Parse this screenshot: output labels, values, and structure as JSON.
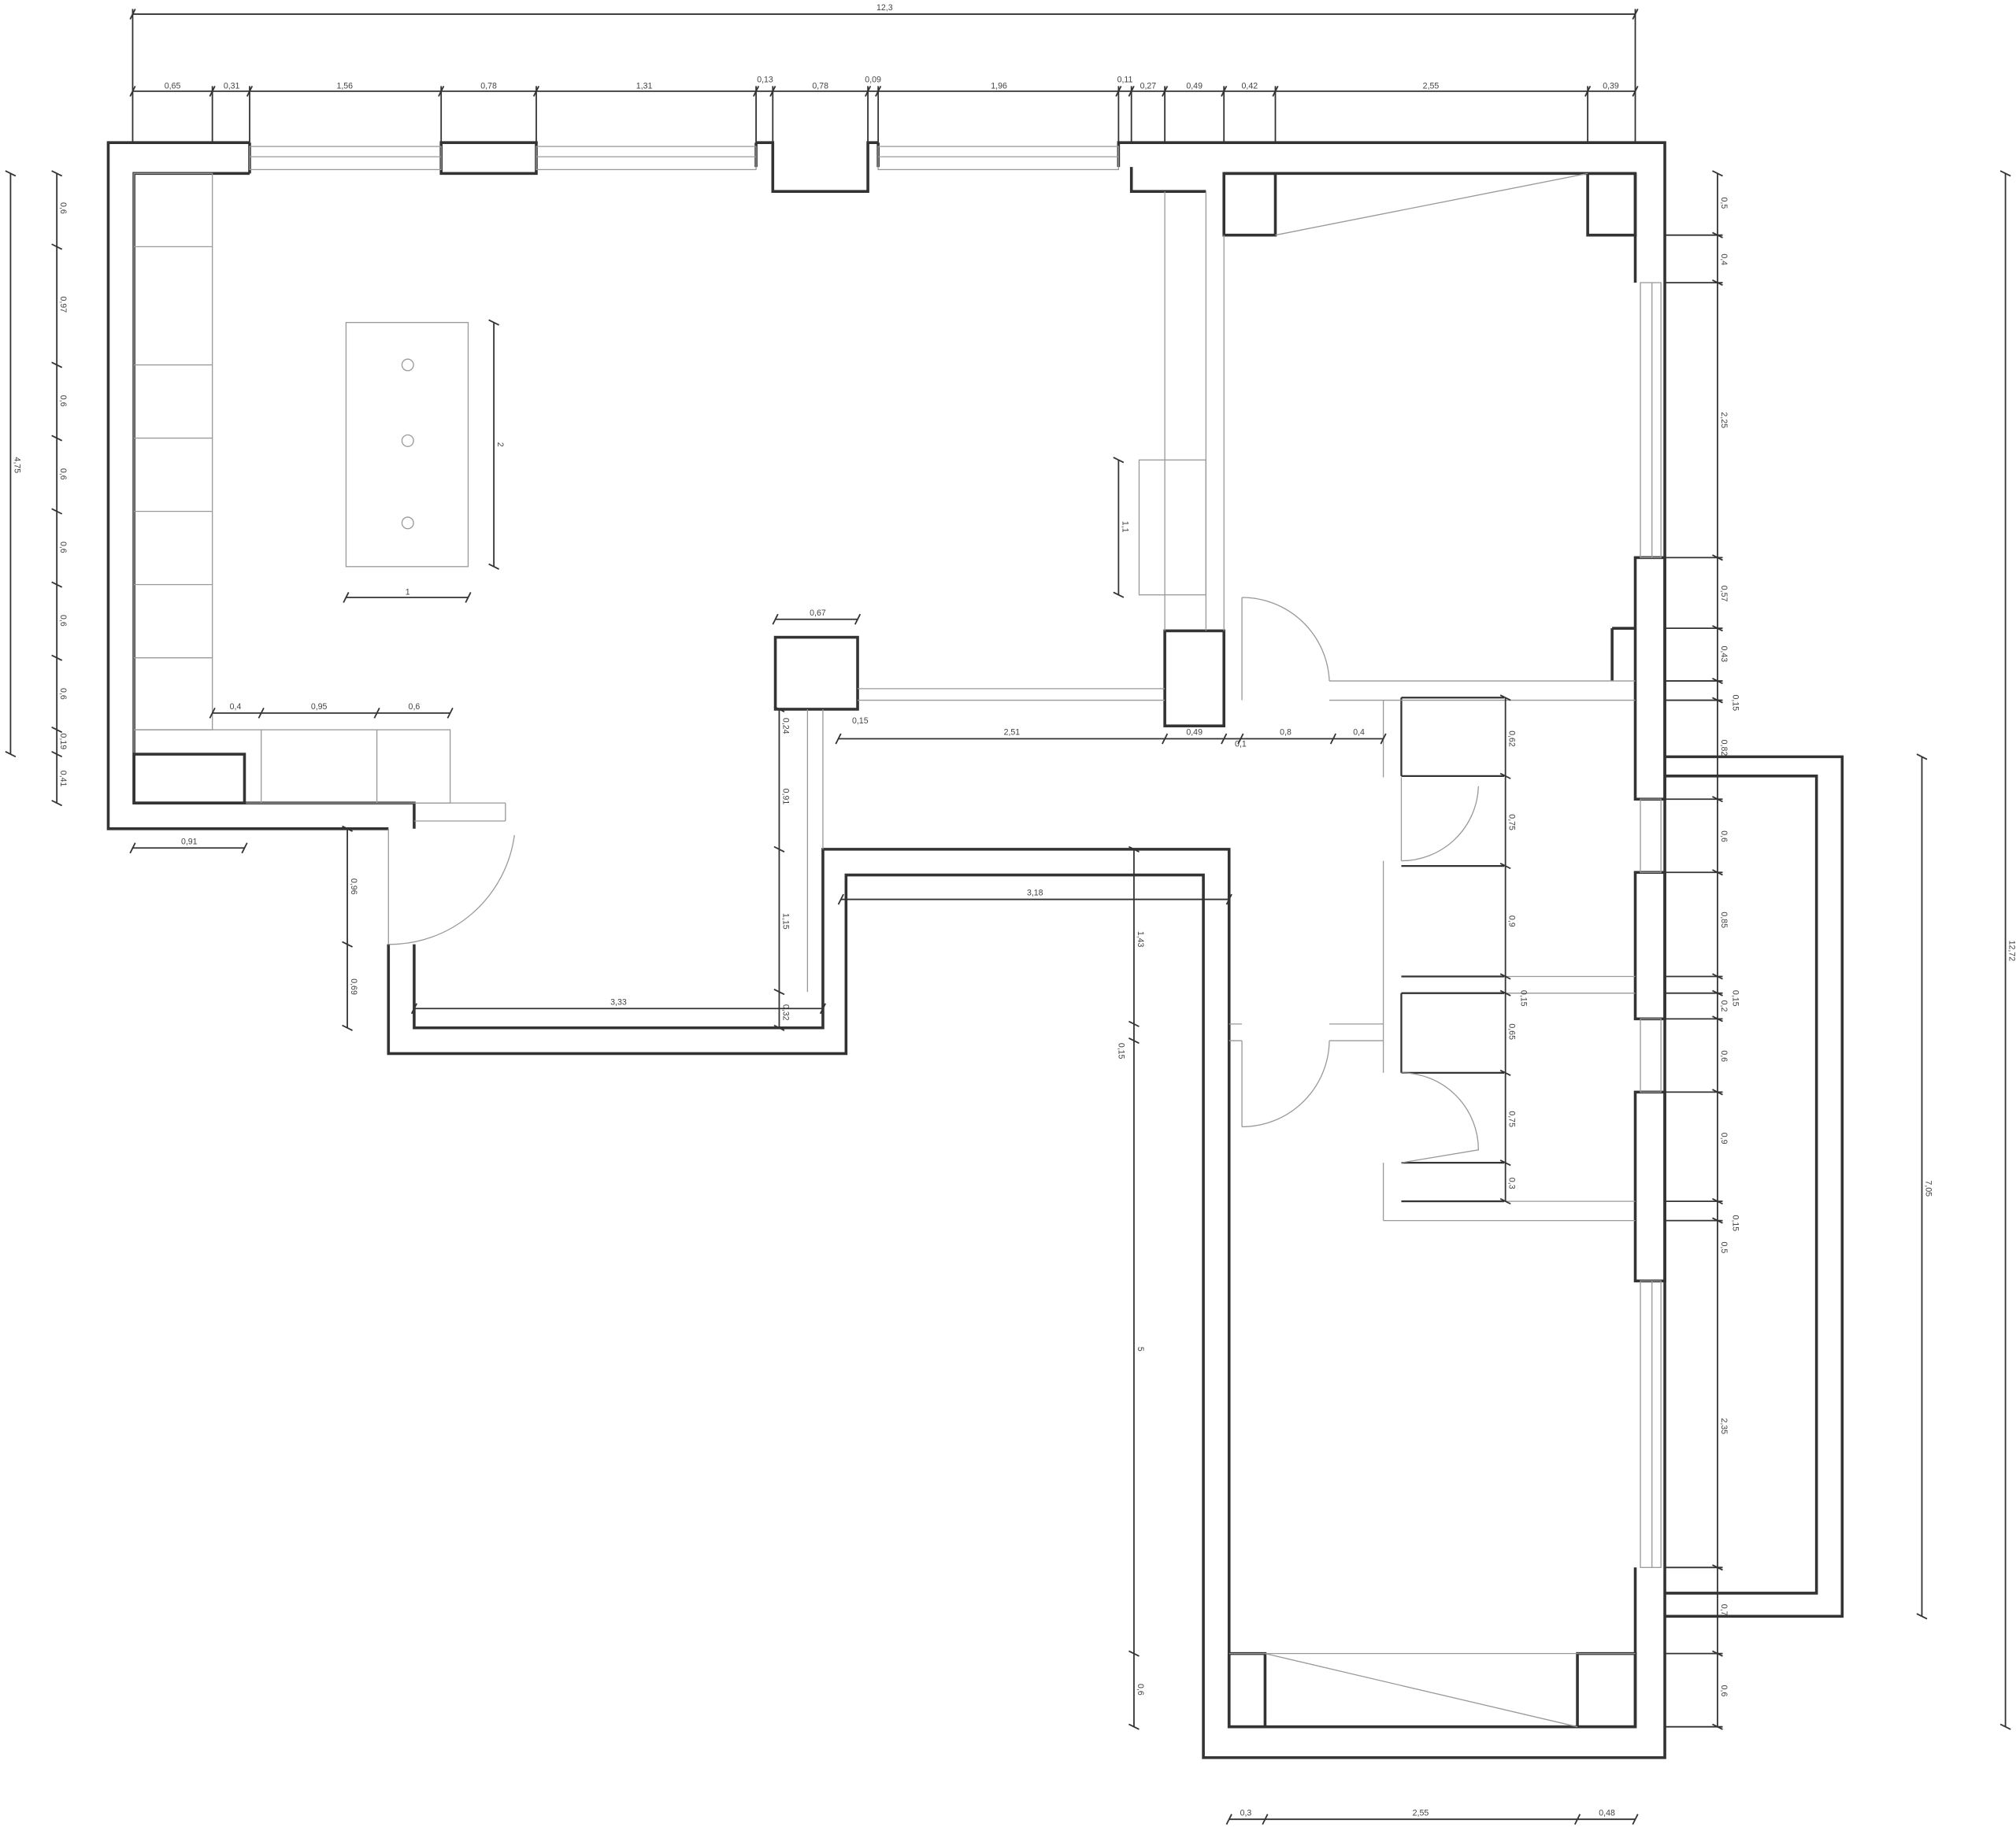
{
  "drawing": {
    "type": "floor-plan",
    "units": "m",
    "dimension_labels": [
      "12,3",
      "0,65",
      "0,31",
      "1,56",
      "0,78",
      "1,31",
      "0,13",
      "0,78",
      "0,09",
      "1,96",
      "0,11",
      "0,27",
      "0,49",
      "0,42",
      "2,55",
      "0,39",
      "0,6",
      "0,97",
      "0,6",
      "0,6",
      "0,6",
      "0,6",
      "0,6",
      "0,19",
      "0,41",
      "4,75",
      "2",
      "1",
      "0,4",
      "0,95",
      "0,6",
      "0,91",
      "0,96",
      "0,69",
      "3,33",
      "0,32",
      "1,15",
      "0,91",
      "0,24",
      "0,67",
      "0,15",
      "2,51",
      "0,49",
      "0,1",
      "0,8",
      "0,4",
      "3,18",
      "1,1",
      "1,43",
      "0,15",
      "5",
      "0,6",
      "0,62",
      "0,75",
      "0,9",
      "0,15",
      "0,65",
      "0,75",
      "0,3",
      "0,5",
      "0,4",
      "2,25",
      "0,57",
      "0,43",
      "0,15",
      "0,82",
      "0,6",
      "0,85",
      "0,15",
      "0,2",
      "0,6",
      "0,9",
      "0,15",
      "0,5",
      "2,35",
      "0,7",
      "0,6",
      "7,05",
      "12,72",
      "0,3",
      "2,55",
      "0,48"
    ]
  }
}
